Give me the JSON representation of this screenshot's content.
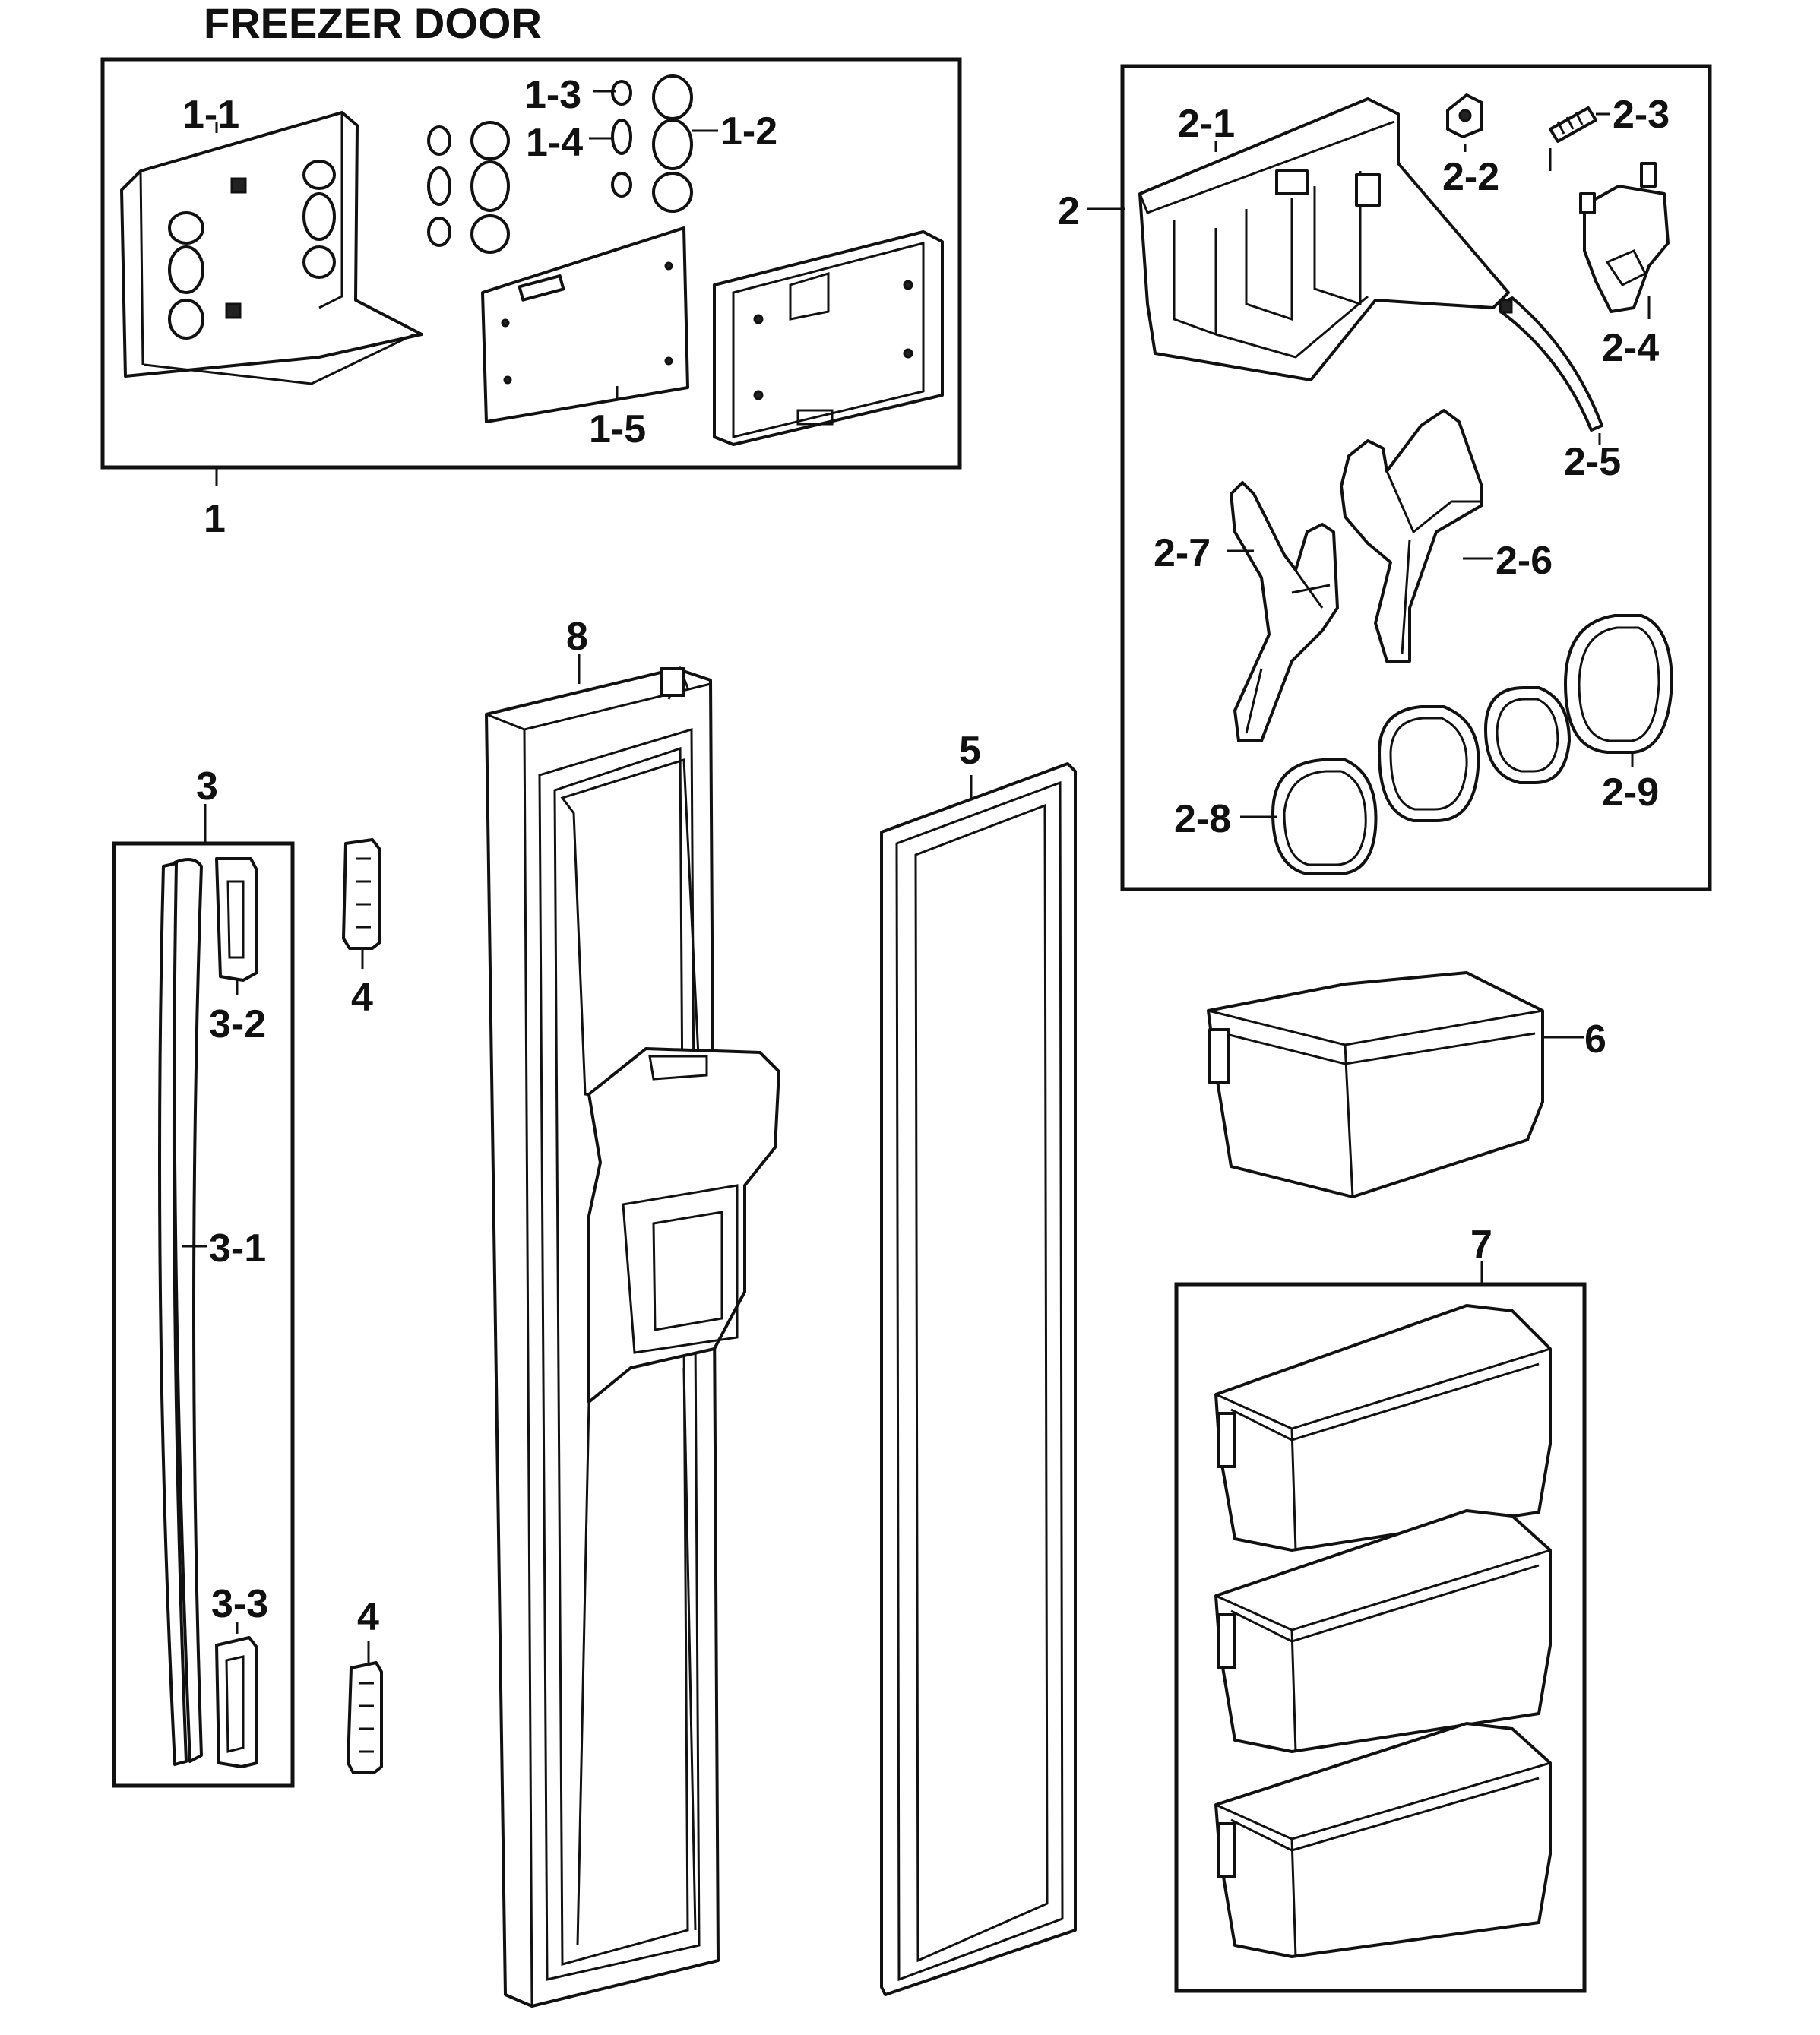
{
  "title": "FREEZER DOOR",
  "callouts": {
    "c1": "1",
    "c1_1": "1-1",
    "c1_2": "1-2",
    "c1_3": "1-3",
    "c1_4": "1-4",
    "c1_5": "1-5",
    "c2": "2",
    "c2_1": "2-1",
    "c2_2": "2-2",
    "c2_3": "2-3",
    "c2_4": "2-4",
    "c2_5": "2-5",
    "c2_6": "2-6",
    "c2_7": "2-7",
    "c2_8": "2-8",
    "c2_9": "2-9",
    "c3": "3",
    "c3_1": "3-1",
    "c3_2": "3-2",
    "c3_3": "3-3",
    "c4_top": "4",
    "c4_bottom": "4",
    "c5": "5",
    "c6": "6",
    "c7": "7",
    "c8": "8"
  }
}
